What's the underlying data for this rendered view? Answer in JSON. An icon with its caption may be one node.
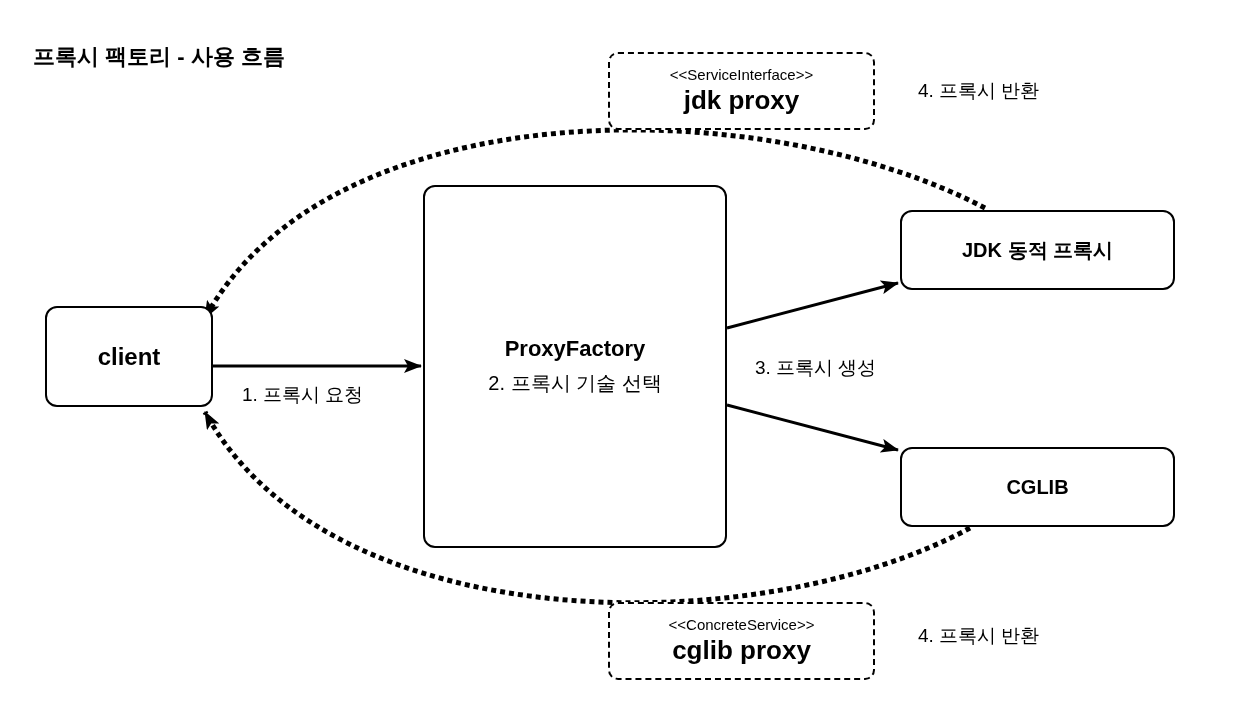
{
  "diagram": {
    "title": "프록시 팩토리 - 사용 흐름",
    "nodes": [
      {
        "text": [
          "client"
        ]
      },
      {
        "text": [
          "ProxyFactory",
          "2. 프록시 기술 선택"
        ]
      },
      {
        "text": [
          "JDK 동적 프록시"
        ]
      },
      {
        "text": [
          "CGLIB"
        ]
      },
      {
        "text": [
          "<<ServiceInterface>>",
          "jdk proxy"
        ],
        "beside": [
          "4. 프록시 반환"
        ]
      },
      {
        "text": [
          "<<ConcreteService>>",
          "cglib proxy"
        ],
        "beside": [
          "4. 프록시 반환"
        ]
      }
    ],
    "edges": [
      {
        "from": 0,
        "to": 1,
        "arrow": "to",
        "label": "1. 프록시 요청"
      },
      {
        "from": 1,
        "to": 2,
        "arrow": "to"
      },
      {
        "from": 1,
        "to": 3,
        "arrow": "to"
      },
      {
        "from": 2,
        "to": 0,
        "arrow": "to",
        "style": "dashed"
      },
      {
        "from": 3,
        "to": 0,
        "arrow": "to",
        "style": "dashed"
      }
    ],
    "labels": [
      "3. 프록시 생성"
    ]
  }
}
